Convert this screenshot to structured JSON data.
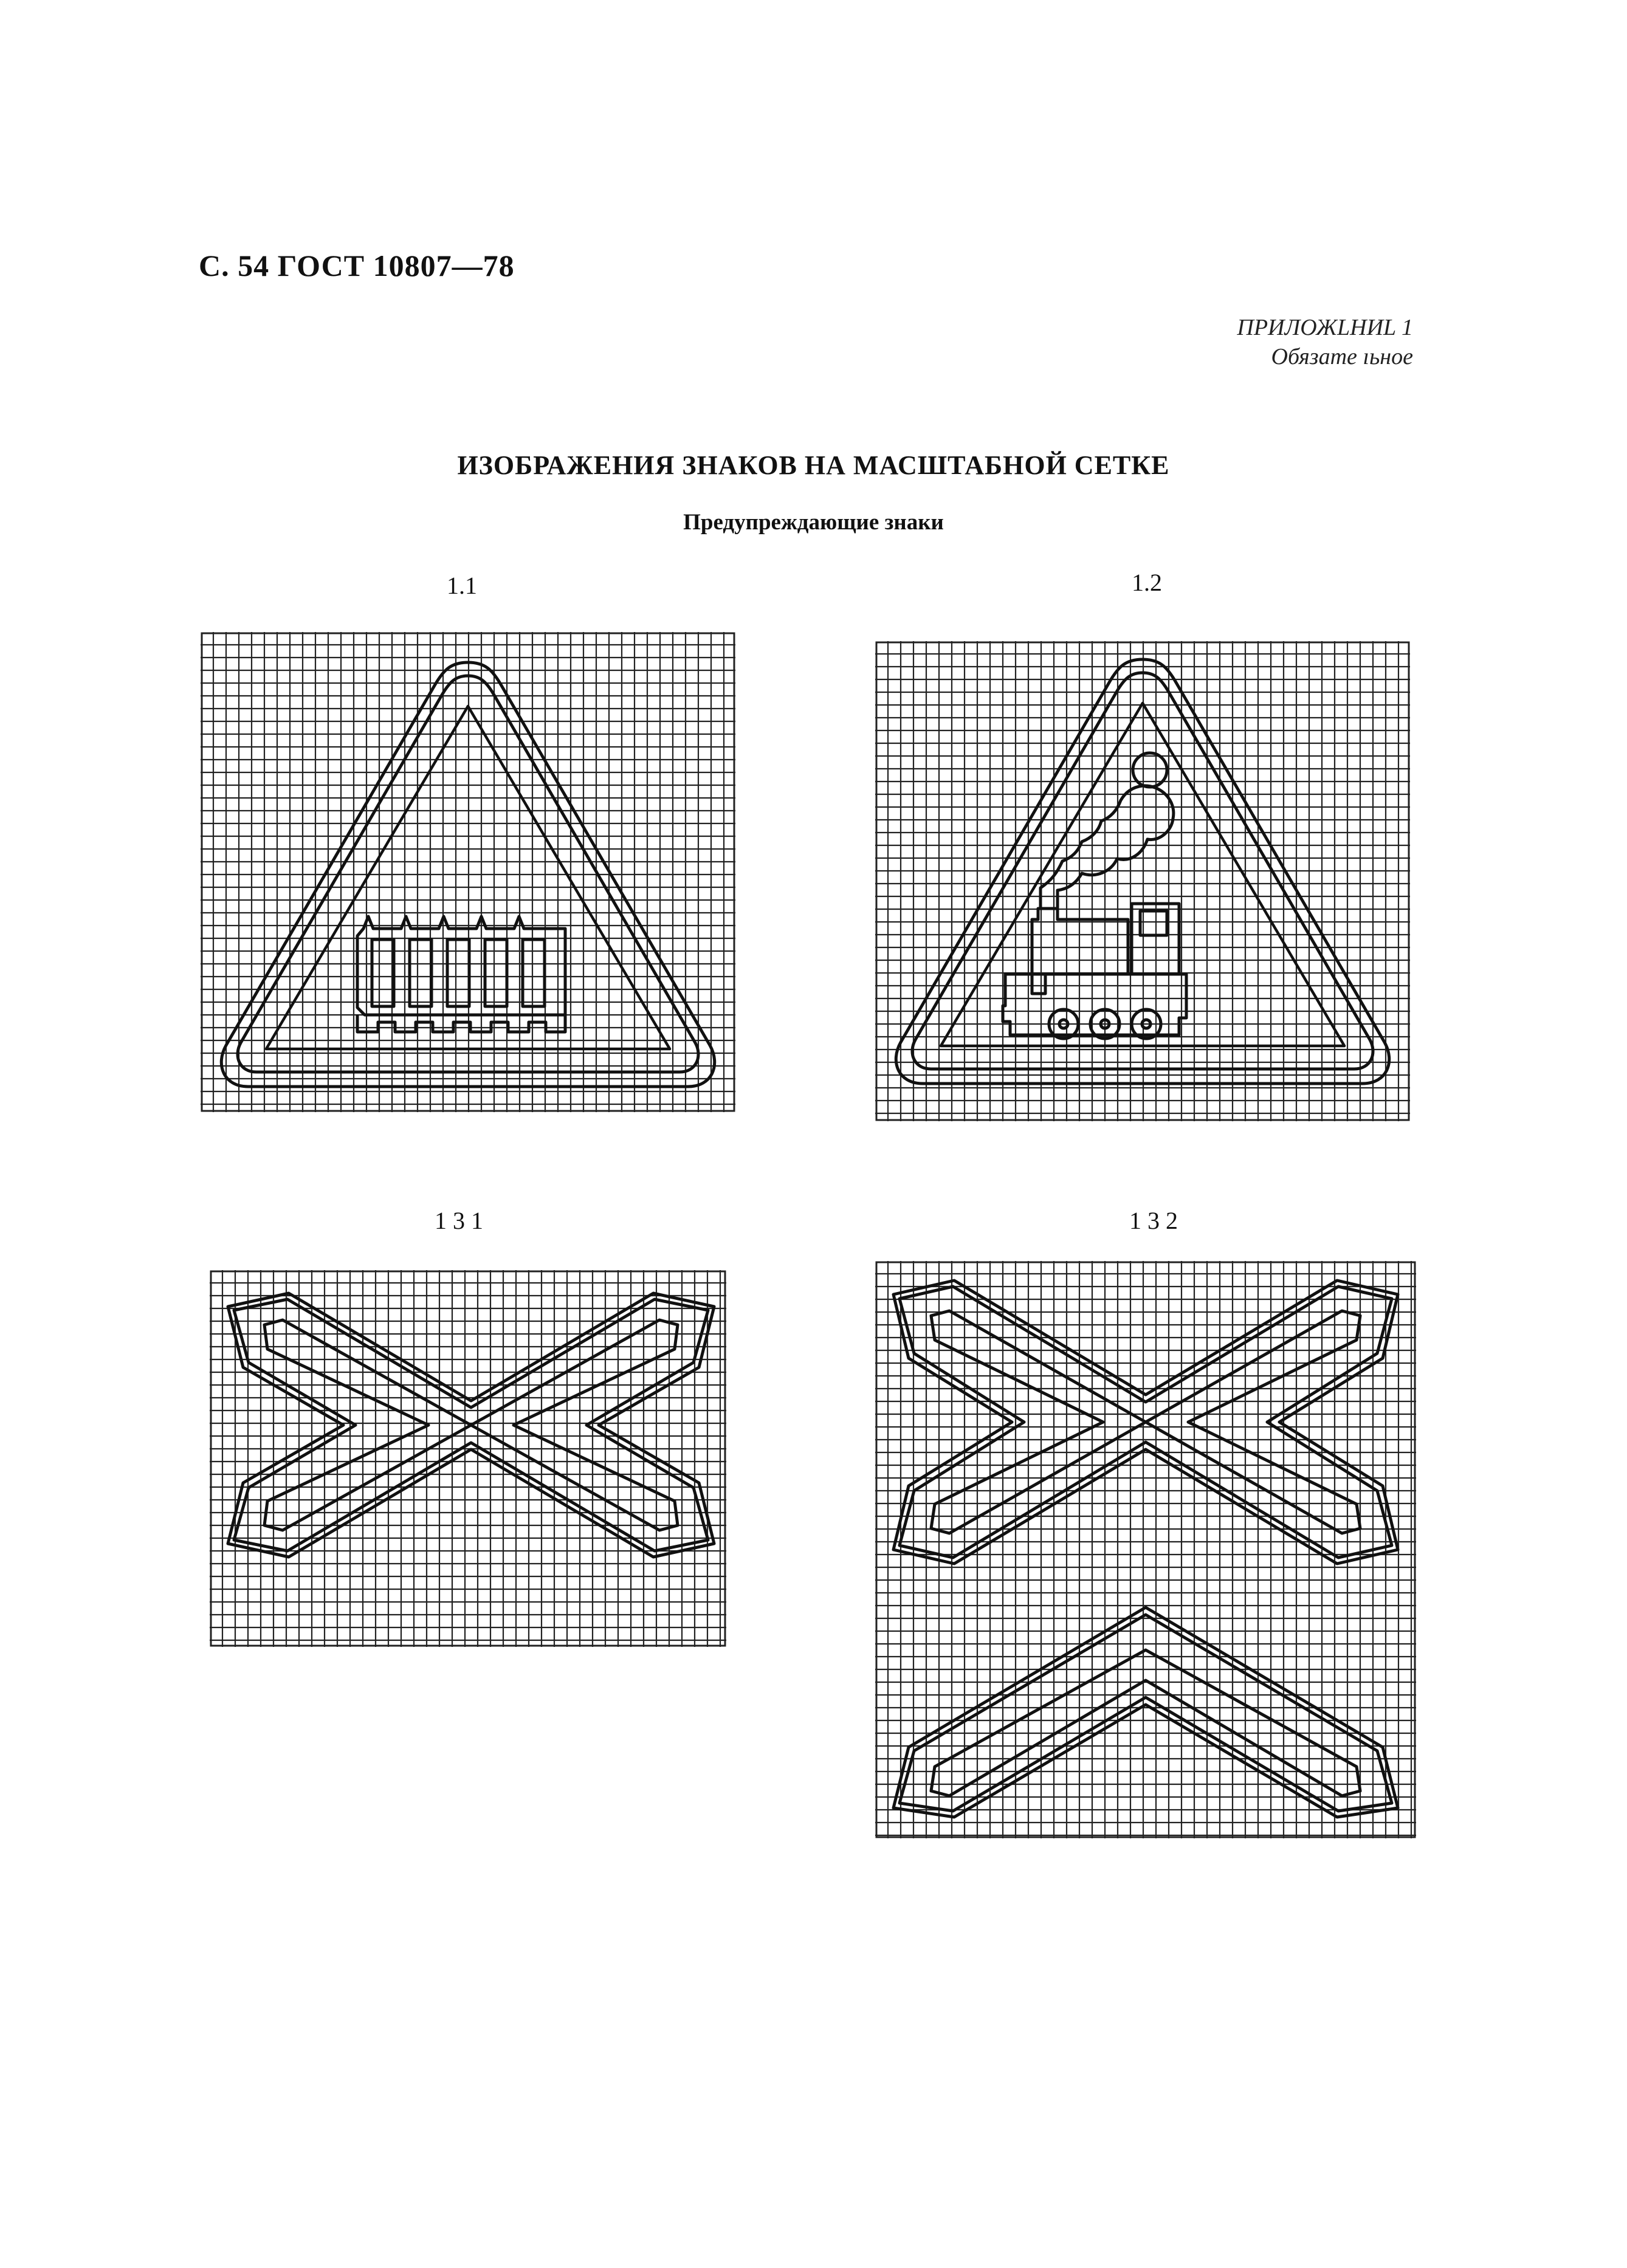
{
  "header": {
    "page_ref": "С. 54  ГОСТ 10807—78"
  },
  "appendix": {
    "label": "ПРИЛОЖLHИL 1",
    "status": "Обязате ıьное"
  },
  "title": "ИЗОБРАЖЕНИЯ ЗНАКОВ НА МАСШТАБНОЙ СЕТКЕ",
  "subtitle": "Предупреждающие знаки",
  "figures": [
    {
      "caption": "1.1",
      "sign": "barrier-fence-icon"
    },
    {
      "caption": "1.2",
      "sign": "steam-locomotive-icon"
    },
    {
      "caption": "1 3 1",
      "sign": "single-cross-icon"
    },
    {
      "caption": "1 3 2",
      "sign": "double-cross-icon"
    }
  ]
}
